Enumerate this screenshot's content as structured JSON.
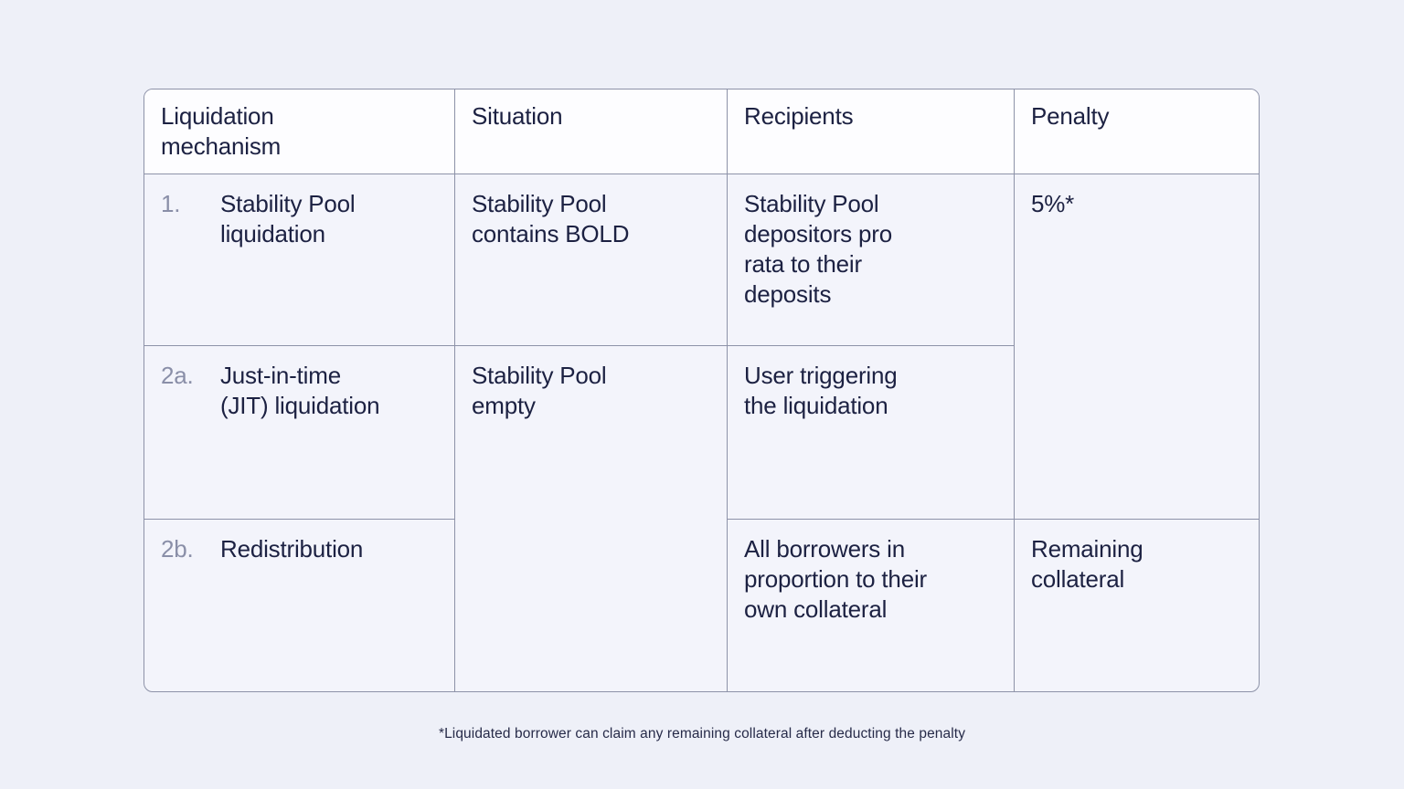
{
  "page": {
    "background_color": "#eef0f8"
  },
  "table": {
    "border_color": "#8d92a8",
    "header_bg_color": "#fdfdff",
    "body_bg_color": "#f3f4fb",
    "text_color": "#1c2142",
    "row_number_color": "#8a8fa8",
    "headers": [
      "Liquidation\nmechanism",
      "Situation",
      "Recipients",
      "Penalty"
    ],
    "rows": [
      {
        "number": "1.",
        "mechanism": "Stability Pool\nliquidation",
        "situation": "Stability Pool\ncontains BOLD",
        "recipients": "Stability Pool\ndepositors pro\nrata to their\ndeposits",
        "penalty": "5%*"
      },
      {
        "number": "2a.",
        "mechanism": "Just-in-time\n(JIT) liquidation",
        "situation": "Stability Pool\nempty",
        "recipients": "User triggering\nthe liquidation"
      },
      {
        "number": "2b.",
        "mechanism": "Redistribution",
        "recipients": "All borrowers in\nproportion to their\nown collateral",
        "penalty": "Remaining\ncollateral"
      }
    ]
  },
  "footnote": "*Liquidated borrower can claim any remaining collateral after deducting the penalty"
}
